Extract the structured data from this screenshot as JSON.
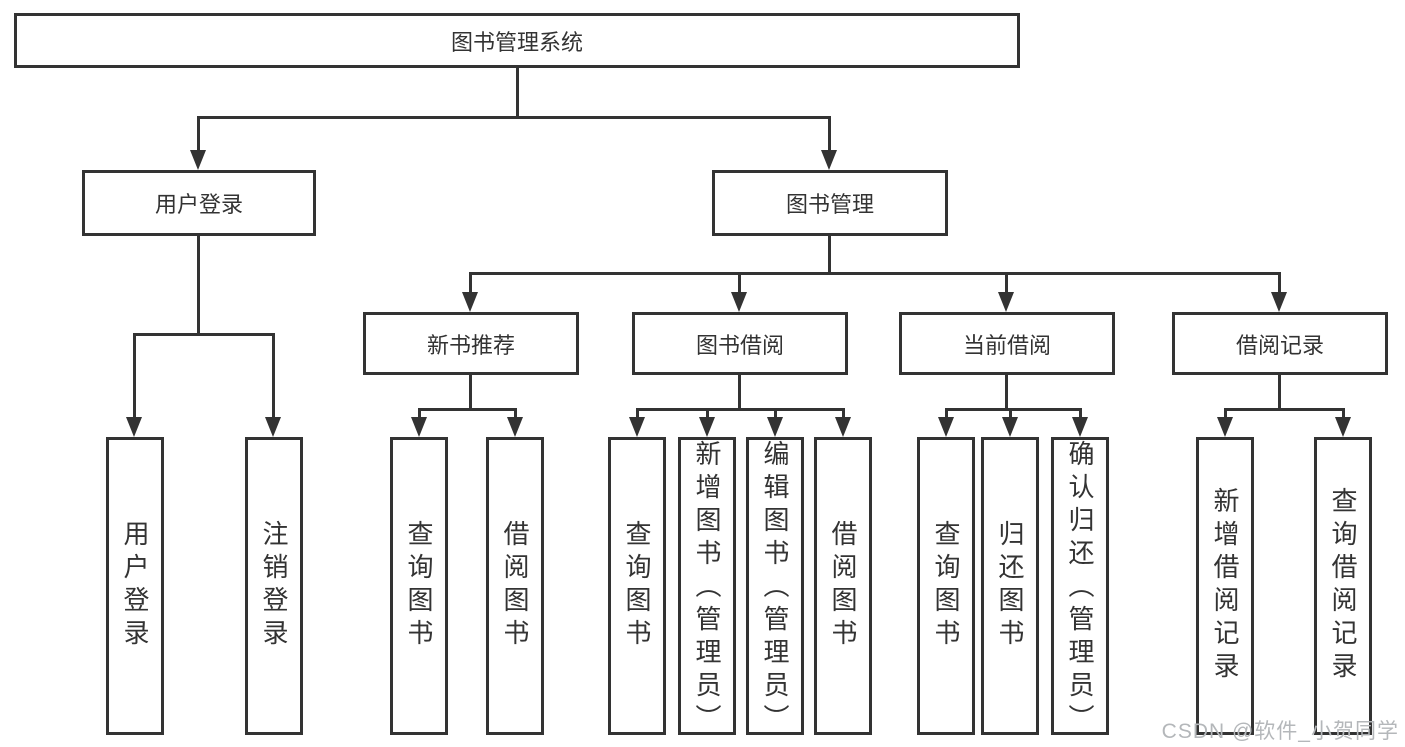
{
  "tree": {
    "root": "图书管理系统",
    "children": [
      {
        "label": "用户登录",
        "children": [
          "用户登录",
          "注销登录"
        ]
      },
      {
        "label": "图书管理",
        "children": [
          {
            "label": "新书推荐",
            "children": [
              "查询图书",
              "借阅图书"
            ]
          },
          {
            "label": "图书借阅",
            "children": [
              "查询图书",
              "新增图书（管理员）",
              "编辑图书（管理员）",
              "借阅图书"
            ]
          },
          {
            "label": "当前借阅",
            "children": [
              "查询图书",
              "归还图书",
              "确认归还（管理员）"
            ]
          },
          {
            "label": "借阅记录",
            "children": [
              "新增借阅记录",
              "查询借阅记录"
            ]
          }
        ]
      }
    ]
  },
  "watermark": "CSDN @软件_小贺同学",
  "colors": {
    "line": "#333333",
    "text": "#333333",
    "watermark": "#b4b7ba"
  }
}
